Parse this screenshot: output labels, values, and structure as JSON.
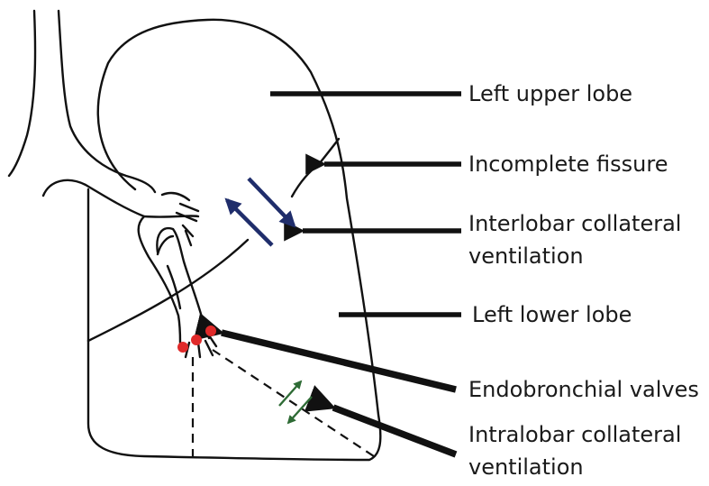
{
  "labels": {
    "left_upper_lobe": "Left upper lobe",
    "incomplete_fissure": "Incomplete fissure",
    "interlobar_line1": "Interlobar collateral",
    "interlobar_line2": "ventilation",
    "left_lower_lobe": "Left lower lobe",
    "endobronchial_valves": "Endobronchial valves",
    "intralobar_line1": "Intralobar collateral",
    "intralobar_line2": "ventilation"
  },
  "colors": {
    "outline": "#111111",
    "interlobar_arrows": "#1f2d6b",
    "intralobar_arrows": "#2e6b35",
    "valves": "#e02a2a",
    "background": "#ffffff"
  }
}
